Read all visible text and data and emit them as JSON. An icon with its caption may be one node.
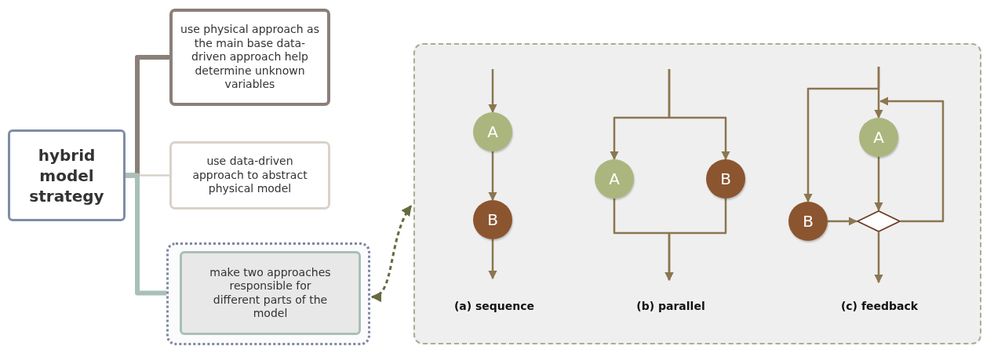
{
  "diagram": {
    "nodes": [
      {
        "text": [
          "hybrid model strategy"
        ]
      },
      {
        "text": [
          "use physical approach as the main base data-driven approach help determine unknown variables"
        ]
      },
      {
        "text": [
          "use data-driven approach to abstract physical model"
        ]
      },
      {
        "text": [],
        "shape": "box"
      },
      {
        "text": [
          "make two approaches responsible for different parts of the model"
        ],
        "in": 3
      },
      {
        "text": [],
        "shape": "box"
      },
      {
        "text": [
          "A"
        ],
        "in": 5
      },
      {
        "text": [
          "B"
        ],
        "in": 5
      },
      {
        "text": [
          "A"
        ],
        "in": 5
      },
      {
        "text": [
          "B"
        ],
        "in": 5
      },
      {
        "text": [
          "A"
        ],
        "in": 5
      },
      {
        "text": [
          "B"
        ],
        "in": 5
      },
      {
        "text": [],
        "shape": "diamond",
        "in": 5
      }
    ],
    "edges": [
      {
        "from": 0,
        "to": 1,
        "arrow": "none",
        "style": "thick",
        "color": "#8a8079"
      },
      {
        "from": 0,
        "to": 2,
        "arrow": "none",
        "color": "#d9d2ca"
      },
      {
        "from": 0,
        "to": 4,
        "arrow": "none",
        "style": "thick",
        "color": "#a9c0b6"
      },
      {
        "from": 3,
        "to": 5,
        "arrow": "both",
        "style": "dashed",
        "color": "#666b3f"
      },
      {
        "from": null,
        "to": 6,
        "arrow": "to"
      },
      {
        "from": 6,
        "to": 7,
        "arrow": "to"
      },
      {
        "from": 7,
        "to": null,
        "arrow": "to"
      },
      {
        "from": null,
        "to": 8,
        "arrow": "to"
      },
      {
        "from": null,
        "to": 9,
        "arrow": "to"
      },
      {
        "from": 8,
        "to": null,
        "arrow": "to"
      },
      {
        "from": 9,
        "to": null,
        "arrow": "to"
      },
      {
        "from": null,
        "to": 10,
        "arrow": "to"
      },
      {
        "from": null,
        "to": 11,
        "arrow": "to"
      },
      {
        "from": 10,
        "to": 12,
        "arrow": "to"
      },
      {
        "from": 11,
        "to": 12,
        "arrow": "to"
      },
      {
        "from": 12,
        "to": 10,
        "arrow": "to"
      },
      {
        "from": 12,
        "to": null,
        "arrow": "to"
      }
    ],
    "labels": [
      "(a) sequence",
      "(b) parallel",
      "(c) feedback"
    ]
  }
}
